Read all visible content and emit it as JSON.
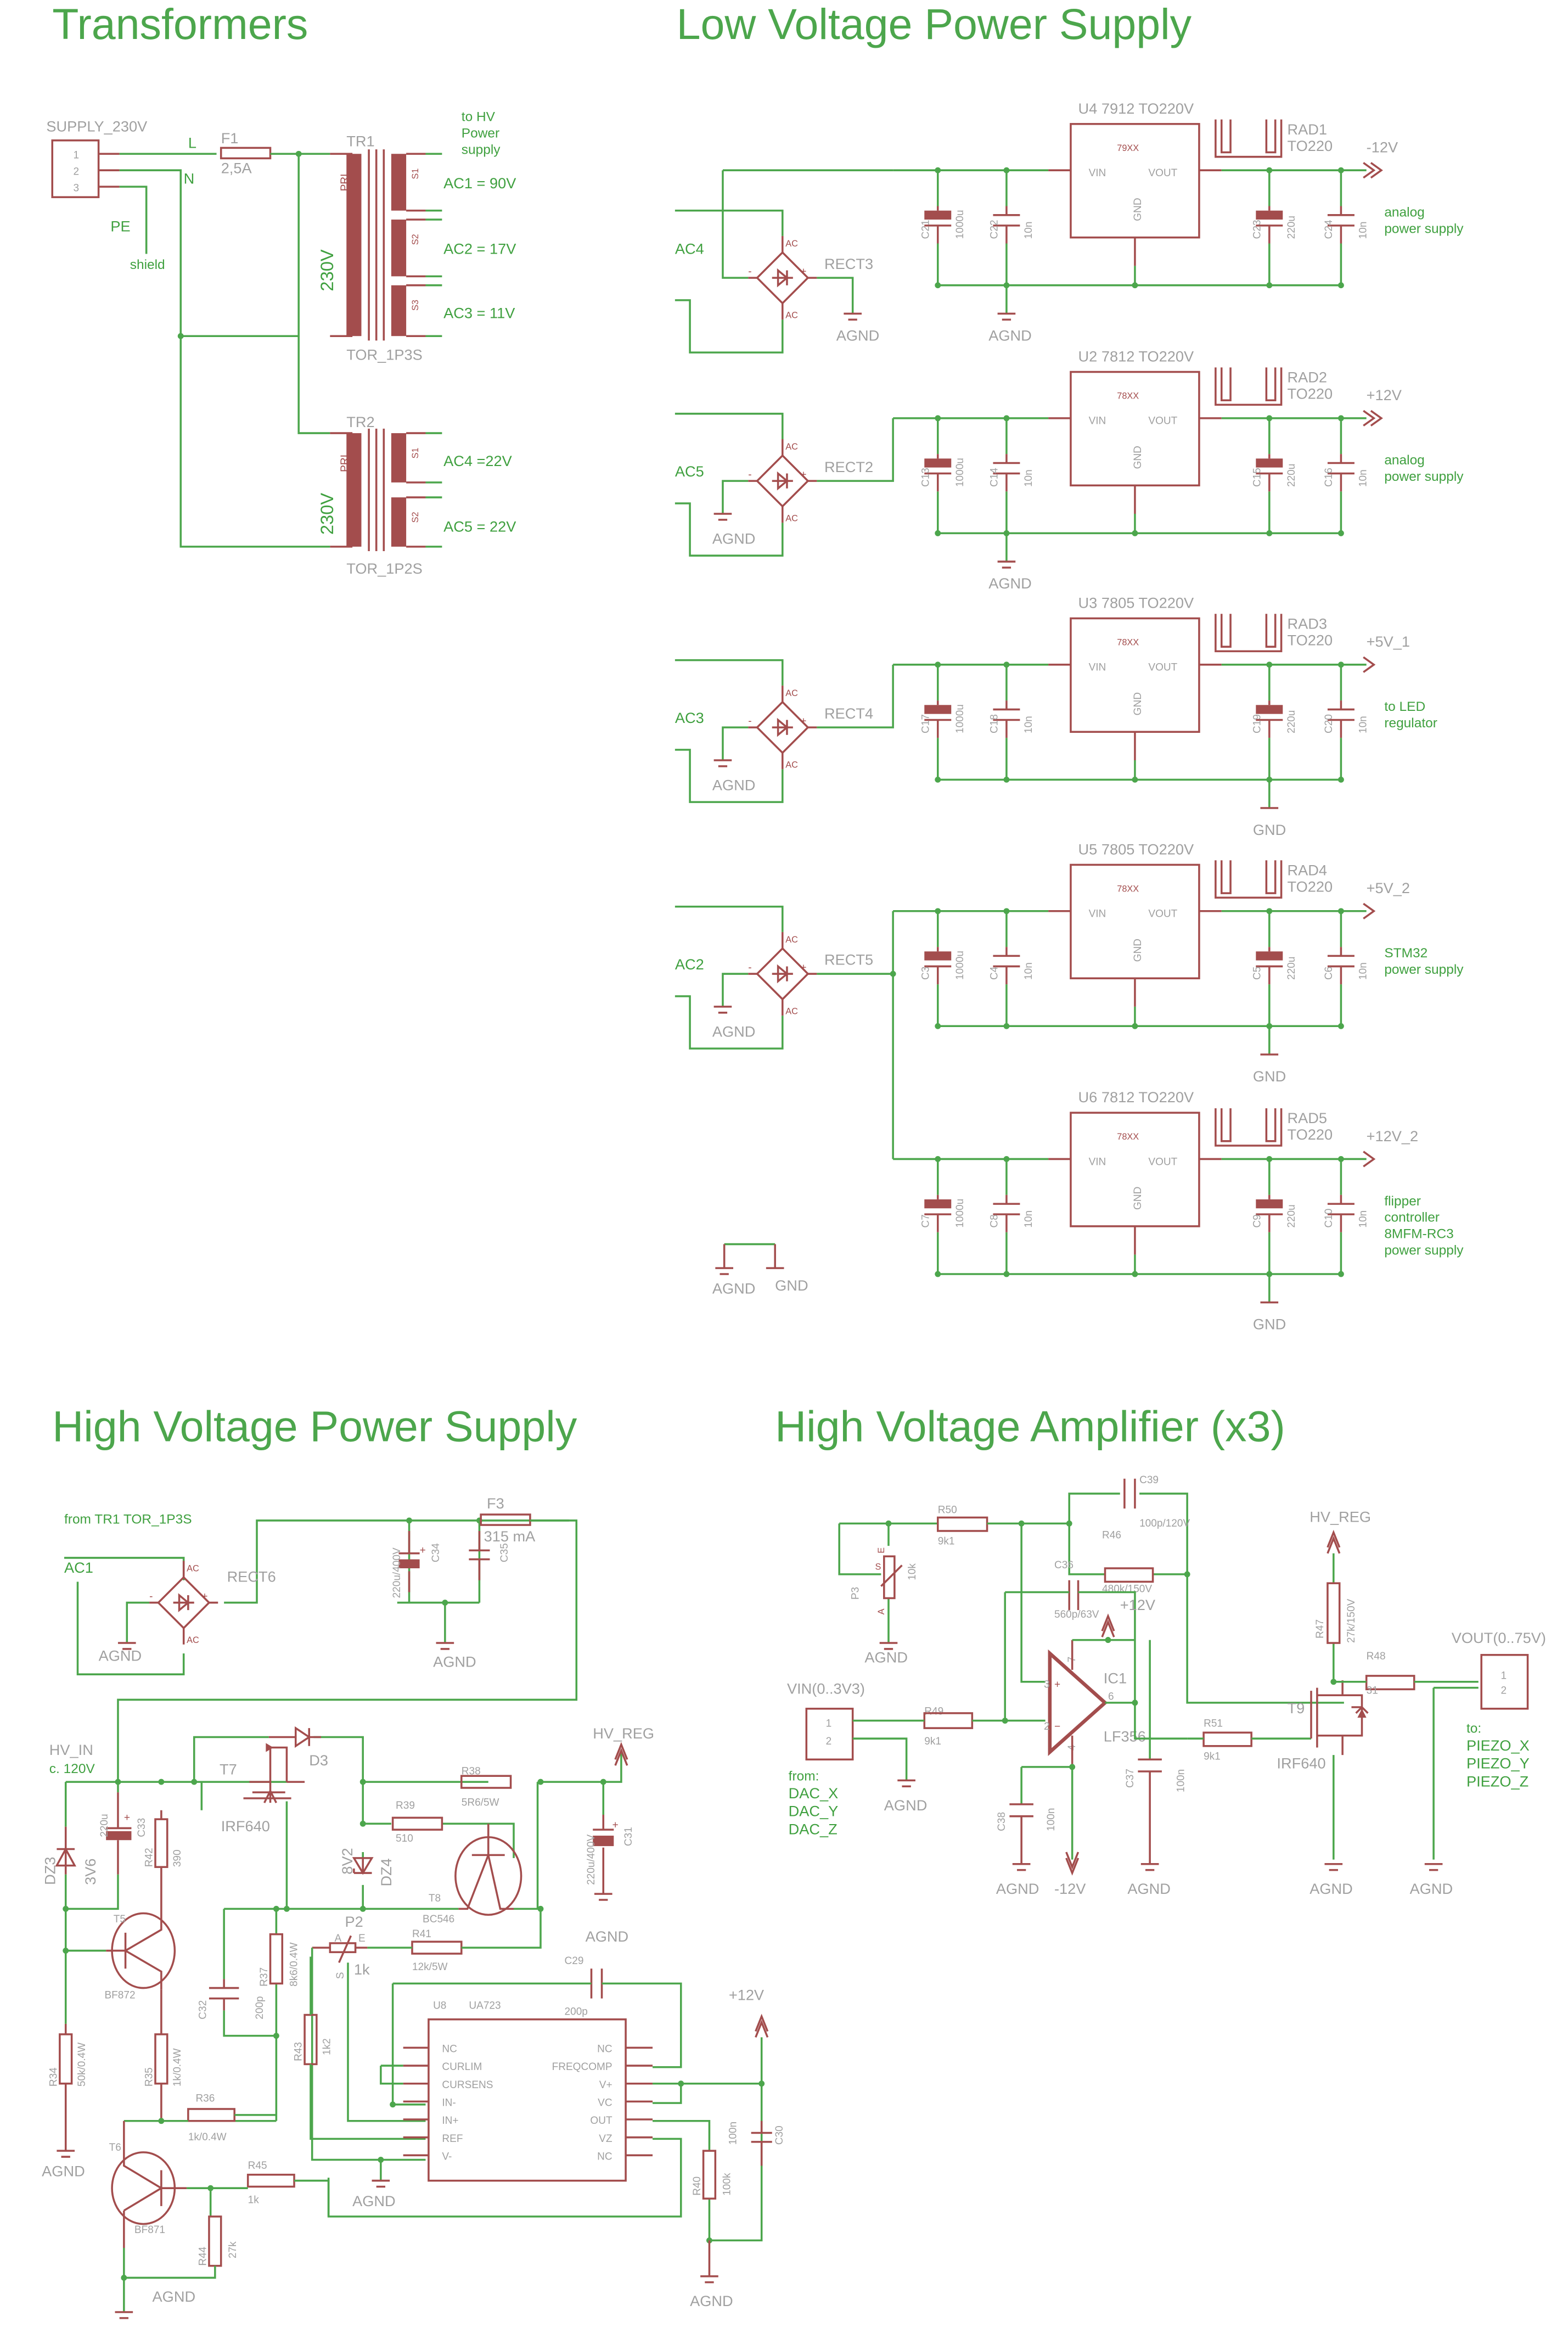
{
  "sections": {
    "transformers": "Transformers",
    "lv_supply": "Low Voltage Power Supply",
    "hv_supply": "High Voltage Power Supply",
    "hv_amp": "High Voltage Amplifier (x3)"
  },
  "transformers": {
    "connector": "SUPPLY_230V",
    "pins": [
      "1",
      "2",
      "3"
    ],
    "net_l": "L",
    "net_n": "N",
    "net_pe": "PE",
    "shield": "shield",
    "fuse_name": "F1",
    "fuse_value": "2,5A",
    "tr1_name": "TR1",
    "tr1_part": "TOR_1P3S",
    "tr2_name": "TR2",
    "tr2_part": "TOR_1P2S",
    "pri": "PRI",
    "primary_voltage": "230V",
    "to_hv_note": [
      "to HV",
      "Power",
      "supply"
    ],
    "tr1_secondaries": [
      {
        "pin": "S1",
        "label": "AC1 = 90V"
      },
      {
        "pin": "S2",
        "label": "AC2 = 17V"
      },
      {
        "pin": "S3",
        "label": "AC3 = 11V"
      }
    ],
    "tr2_secondaries": [
      {
        "pin": "S1",
        "label": "AC4 =22V"
      },
      {
        "pin": "S2",
        "label": "AC5 = 22V"
      }
    ]
  },
  "lv_supply": {
    "vin": "VIN",
    "vout": "VOUT",
    "gnd_pin": "GND",
    "ac_pin": "AC",
    "plus": "+",
    "minus": "-",
    "heatsink_part": "TO220",
    "agnd": "AGND",
    "gnd": "GND",
    "stages": [
      {
        "ac": "AC4",
        "rect": "RECT3",
        "reg": "U4  7912 TO220V",
        "type": "79XX",
        "rad": "RAD1",
        "out": "-12V",
        "caps": [
          {
            "name": "C21",
            "value": "1000u"
          },
          {
            "name": "C22",
            "value": "10n"
          },
          {
            "name": "C23",
            "value": "220u"
          },
          {
            "name": "C24",
            "value": "10n"
          }
        ],
        "note": [
          "analog",
          "power supply"
        ]
      },
      {
        "ac": "AC5",
        "rect": "RECT2",
        "reg": "U2  7812 TO220V",
        "type": "78XX",
        "rad": "RAD2",
        "out": "+12V",
        "caps": [
          {
            "name": "C13",
            "value": "1000u"
          },
          {
            "name": "C14",
            "value": "10n"
          },
          {
            "name": "C15",
            "value": "220u"
          },
          {
            "name": "C16",
            "value": "10n"
          }
        ],
        "note": [
          "analog",
          "power supply"
        ]
      },
      {
        "ac": "AC3",
        "rect": "RECT4",
        "reg": "U3  7805 TO220V",
        "type": "78XX",
        "rad": "RAD3",
        "out": "+5V_1",
        "caps": [
          {
            "name": "C17",
            "value": "1000u"
          },
          {
            "name": "C18",
            "value": "10n"
          },
          {
            "name": "C19",
            "value": "220u"
          },
          {
            "name": "C20",
            "value": "10n"
          }
        ],
        "note": [
          "to LED",
          "regulator"
        ]
      },
      {
        "ac": "AC2",
        "rect": "RECT5",
        "reg": "U5  7805 TO220V",
        "type": "78XX",
        "rad": "RAD4",
        "out": "+5V_2",
        "caps": [
          {
            "name": "C3",
            "value": "1000u"
          },
          {
            "name": "C4",
            "value": "10n"
          },
          {
            "name": "C5",
            "value": "220u"
          },
          {
            "name": "C6",
            "value": "10n"
          }
        ],
        "note": [
          "STM32",
          "power supply"
        ]
      },
      {
        "ac": "",
        "rect": "",
        "reg": "U6  7812 TO220V",
        "type": "78XX",
        "rad": "RAD5",
        "out": "+12V_2",
        "caps": [
          {
            "name": "C7",
            "value": "1000u"
          },
          {
            "name": "C8",
            "value": "10n"
          },
          {
            "name": "C9",
            "value": "220u"
          },
          {
            "name": "C10",
            "value": "10n"
          }
        ],
        "note": [
          "flipper",
          "controller",
          "8MFM-RC3",
          "power supply"
        ]
      }
    ]
  },
  "hv_supply": {
    "from_note": "from TR1 TOR_1P3S",
    "ac": "AC1",
    "rect": "RECT6",
    "c34": {
      "name": "C34",
      "value": "220u/400V"
    },
    "c35": {
      "name": "C35"
    },
    "f3": {
      "name": "F3",
      "value": "315 mA"
    },
    "hv_in": "HV_IN",
    "hv_in_note": "c. 120V",
    "hv_reg": "HV_REG",
    "d3": "D3",
    "t7": {
      "name": "T7",
      "part": "IRF640"
    },
    "r38": {
      "name": "R38",
      "value": "5R6/5W"
    },
    "r39": {
      "name": "R39",
      "value": "510"
    },
    "dz4": {
      "name": "DZ4",
      "value": "8V2"
    },
    "t8": {
      "name": "T8",
      "part": "BC546"
    },
    "c31": {
      "name": "C31",
      "value": "220u/400V"
    },
    "dz3": {
      "name": "DZ3",
      "value": "3V6"
    },
    "c33": {
      "name": "C33",
      "value": "220u"
    },
    "r42": {
      "name": "R42",
      "value": "390"
    },
    "t5": {
      "name": "T5",
      "part": "BF872"
    },
    "c32": {
      "name": "C32",
      "value": "200p"
    },
    "r37": {
      "name": "R37",
      "value": "8k6/0.4W"
    },
    "p2": {
      "name": "P2",
      "value": "1k",
      "pin_a": "A",
      "pin_e": "E",
      "pin_s": "S"
    },
    "r41": {
      "name": "R41",
      "value": "12k/5W"
    },
    "c29": {
      "name": "C29",
      "value": "200p"
    },
    "r43": {
      "name": "R43",
      "value": "1k2"
    },
    "r34": {
      "name": "R34",
      "value": "50k/0.4W"
    },
    "r35": {
      "name": "R35",
      "value": "1k/0.4W"
    },
    "r36": {
      "name": "R36",
      "value": "1k/0.4W"
    },
    "t6": {
      "name": "T6",
      "part": "BF871"
    },
    "r45": {
      "name": "R45",
      "value": "1k"
    },
    "r44": {
      "name": "R44",
      "value": "27k"
    },
    "u8": {
      "name": "U8",
      "part": "UA723",
      "left_pins": [
        "NC",
        "CURLIM",
        "CURSENS",
        "IN-",
        "IN+",
        "REF",
        "V-"
      ],
      "right_pins": [
        "NC",
        "FREQCOMP",
        "V+",
        "VC",
        "OUT",
        "VZ",
        "NC"
      ]
    },
    "plus12": "+12V",
    "c30": {
      "name": "C30",
      "value": "100n"
    },
    "r40": {
      "name": "R40",
      "value": "100k"
    },
    "agnd": "AGND"
  },
  "hv_amp": {
    "r50": {
      "name": "R50",
      "value": "9k1"
    },
    "c39": {
      "name": "C39",
      "value": "100p/120V"
    },
    "r46": {
      "name": "R46",
      "value": "480k/150V"
    },
    "c36": {
      "name": "C36",
      "value": "560p/63V"
    },
    "p3": {
      "name": "P3",
      "value": "10k",
      "pin_a": "A",
      "pin_e": "E",
      "pin_s": "S"
    },
    "plus12": "+12V",
    "minus12": "-12V",
    "hv_reg": "HV_REG",
    "r47": {
      "name": "R47",
      "value": "27k/150V"
    },
    "vout_conn": "VOUT(0..75V)",
    "r48": {
      "name": "R48",
      "value": "31"
    },
    "vin_conn": "VIN(0..3V3)",
    "r49": {
      "name": "R49",
      "value": "9k1"
    },
    "ic1": {
      "name": "IC1",
      "part": "LF356",
      "pin3": "3",
      "pin2": "2",
      "pin6": "6",
      "pin7": "7",
      "pin4": "4"
    },
    "r51": {
      "name": "R51",
      "value": "9k1"
    },
    "t9": {
      "name": "T9",
      "part": "IRF640"
    },
    "c37": {
      "name": "C37",
      "value": "100n"
    },
    "c38": {
      "name": "C38",
      "value": "100n"
    },
    "conn_pins": [
      "1",
      "2"
    ],
    "from_note": [
      "from:",
      "DAC_X",
      "DAC_Y",
      "DAC_Z"
    ],
    "to_note": [
      "to:",
      "PIEZO_X",
      "PIEZO_Y",
      "PIEZO_Z"
    ],
    "agnd": "AGND"
  }
}
